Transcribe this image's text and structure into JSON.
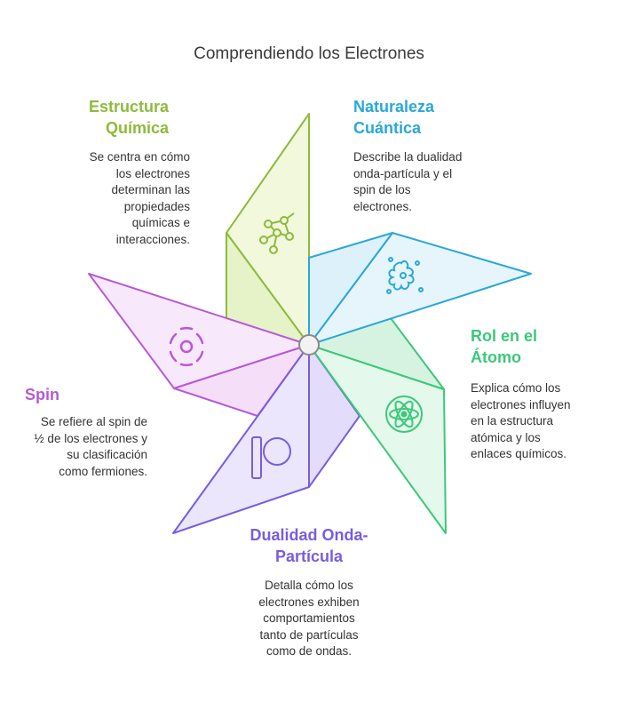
{
  "title": "Comprendiendo los Electrones",
  "colors": {
    "estructura": "#8fba3c",
    "naturaleza": "#2aa8d8",
    "rol": "#3cc87a",
    "dualidad": "#7a5ce0",
    "spin": "#b65ad8"
  },
  "sections": {
    "estructura": {
      "title_lines": [
        "Estructura",
        "Química"
      ],
      "desc_lines": [
        "Se centra en cómo",
        "los electrones",
        "determinan las",
        "propiedades",
        "químicas e",
        "interacciones."
      ],
      "icon": "molecule-icon"
    },
    "naturaleza": {
      "title_lines": [
        "Naturaleza",
        "Cuántica"
      ],
      "desc_lines": [
        "Describe la dualidad",
        "onda-partícula y el",
        "spin de los",
        "electrones."
      ],
      "icon": "quantum-splash-icon"
    },
    "rol": {
      "title_lines": [
        "Rol en el",
        "Átomo"
      ],
      "desc_lines": [
        "Explica cómo los",
        "electrones influyen",
        "en la estructura",
        "atómica y los",
        "enlaces químicos."
      ],
      "icon": "atom-icon"
    },
    "dualidad": {
      "title_lines": [
        "Dualidad Onda-",
        "Partícula"
      ],
      "desc_lines": [
        "Detalla cómo los",
        "electrones exhiben",
        "comportamientos",
        "tanto de partículas",
        "como de ondas."
      ],
      "icon": "wave-particle-icon"
    },
    "spin": {
      "title_lines": [
        "Spin"
      ],
      "desc_lines": [
        "Se refiere al spin de",
        "½ de los electrones y",
        "su clasificación",
        "como fermiones."
      ],
      "icon": "spin-icon"
    }
  }
}
